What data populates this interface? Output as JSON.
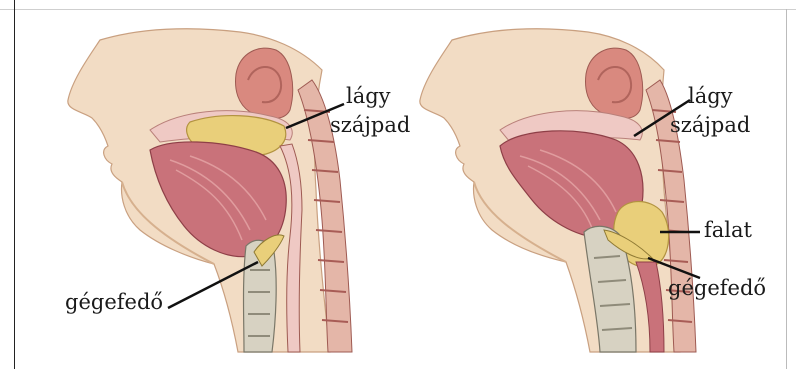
{
  "panels": [
    {
      "id": "breathing",
      "labels": {
        "soft_palate_line1": "lágy",
        "soft_palate_line2": "szájpad",
        "epiglottis": "gégefedő"
      }
    },
    {
      "id": "swallowing",
      "labels": {
        "soft_palate_line1": "lágy",
        "soft_palate_line2": "szájpad",
        "bolus": "falat",
        "epiglottis": "gégefedő"
      }
    }
  ],
  "colors": {
    "skin": "#f2dcc4",
    "skin_shadow": "#e5c3a3",
    "muscle": "#c9727a",
    "muscle_dark": "#9e4a52",
    "bone_yellow": "#e9cf7a",
    "cartilage": "#d7d2c2",
    "pink_light": "#efc9c4"
  }
}
